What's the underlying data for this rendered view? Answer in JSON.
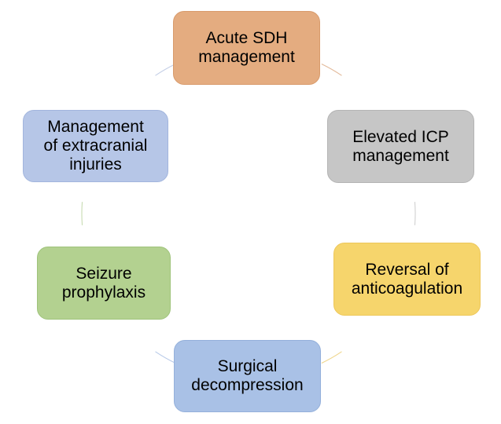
{
  "diagram": {
    "type": "cycle",
    "nodes": [
      {
        "id": "acute-sdh-management",
        "label": "Acute SDH\nmanagement",
        "color": "#E4AC80",
        "border": "#D89B6C"
      },
      {
        "id": "elevated-icp-management",
        "label": "Elevated ICP\nmanagement",
        "color": "#C6C6C6",
        "border": "#B4B4B4"
      },
      {
        "id": "reversal-of-anticoagulation",
        "label": "Reversal of\nanticoagulation",
        "color": "#F6D56C",
        "border": "#EDC75A"
      },
      {
        "id": "surgical-decompression",
        "label": "Surgical\ndecompression",
        "color": "#A9C1E6",
        "border": "#94B0DB"
      },
      {
        "id": "seizure-prophylaxis",
        "label": "Seizure\nprophylaxis",
        "color": "#B3D190",
        "border": "#9FC37B"
      },
      {
        "id": "management-of-extracranial-injuries",
        "label": "Management\nof extracranial\ninjuries",
        "color": "#B6C6E7",
        "border": "#A2B5DD"
      }
    ],
    "connector_colors": [
      "#E2B898",
      "#CCCCCC",
      "#EFD58A",
      "#B7C9E8",
      "#C2D8AA",
      "#C3CEE6"
    ]
  }
}
